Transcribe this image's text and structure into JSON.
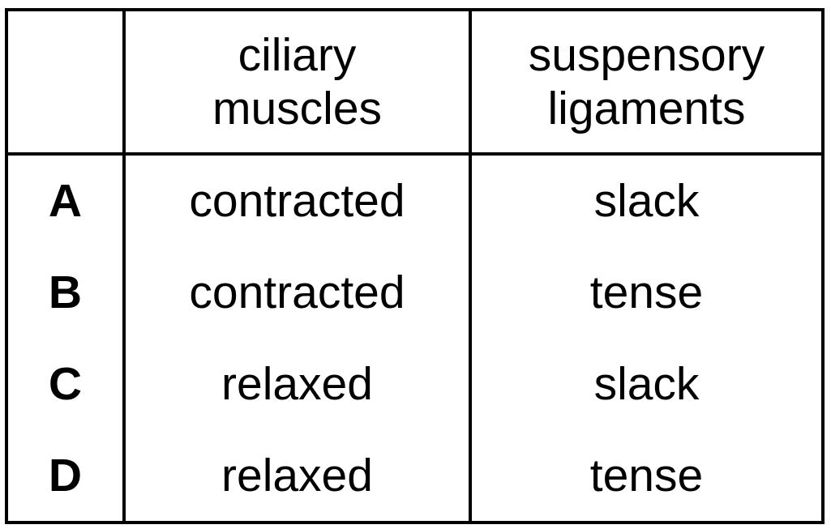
{
  "table": {
    "columns": [
      {
        "key": "label",
        "header": ""
      },
      {
        "key": "ciliary_muscles",
        "header": "ciliary\nmuscles"
      },
      {
        "key": "suspensory_ligaments",
        "header": "suspensory\nligaments"
      }
    ],
    "rows": [
      {
        "label": "A",
        "ciliary_muscles": "contracted",
        "suspensory_ligaments": "slack"
      },
      {
        "label": "B",
        "ciliary_muscles": "contracted",
        "suspensory_ligaments": "tense"
      },
      {
        "label": "C",
        "ciliary_muscles": "relaxed",
        "suspensory_ligaments": "slack"
      },
      {
        "label": "D",
        "ciliary_muscles": "relaxed",
        "suspensory_ligaments": "tense"
      }
    ]
  },
  "colors": {
    "border": "#000000",
    "text": "#000000",
    "background": "#ffffff"
  }
}
